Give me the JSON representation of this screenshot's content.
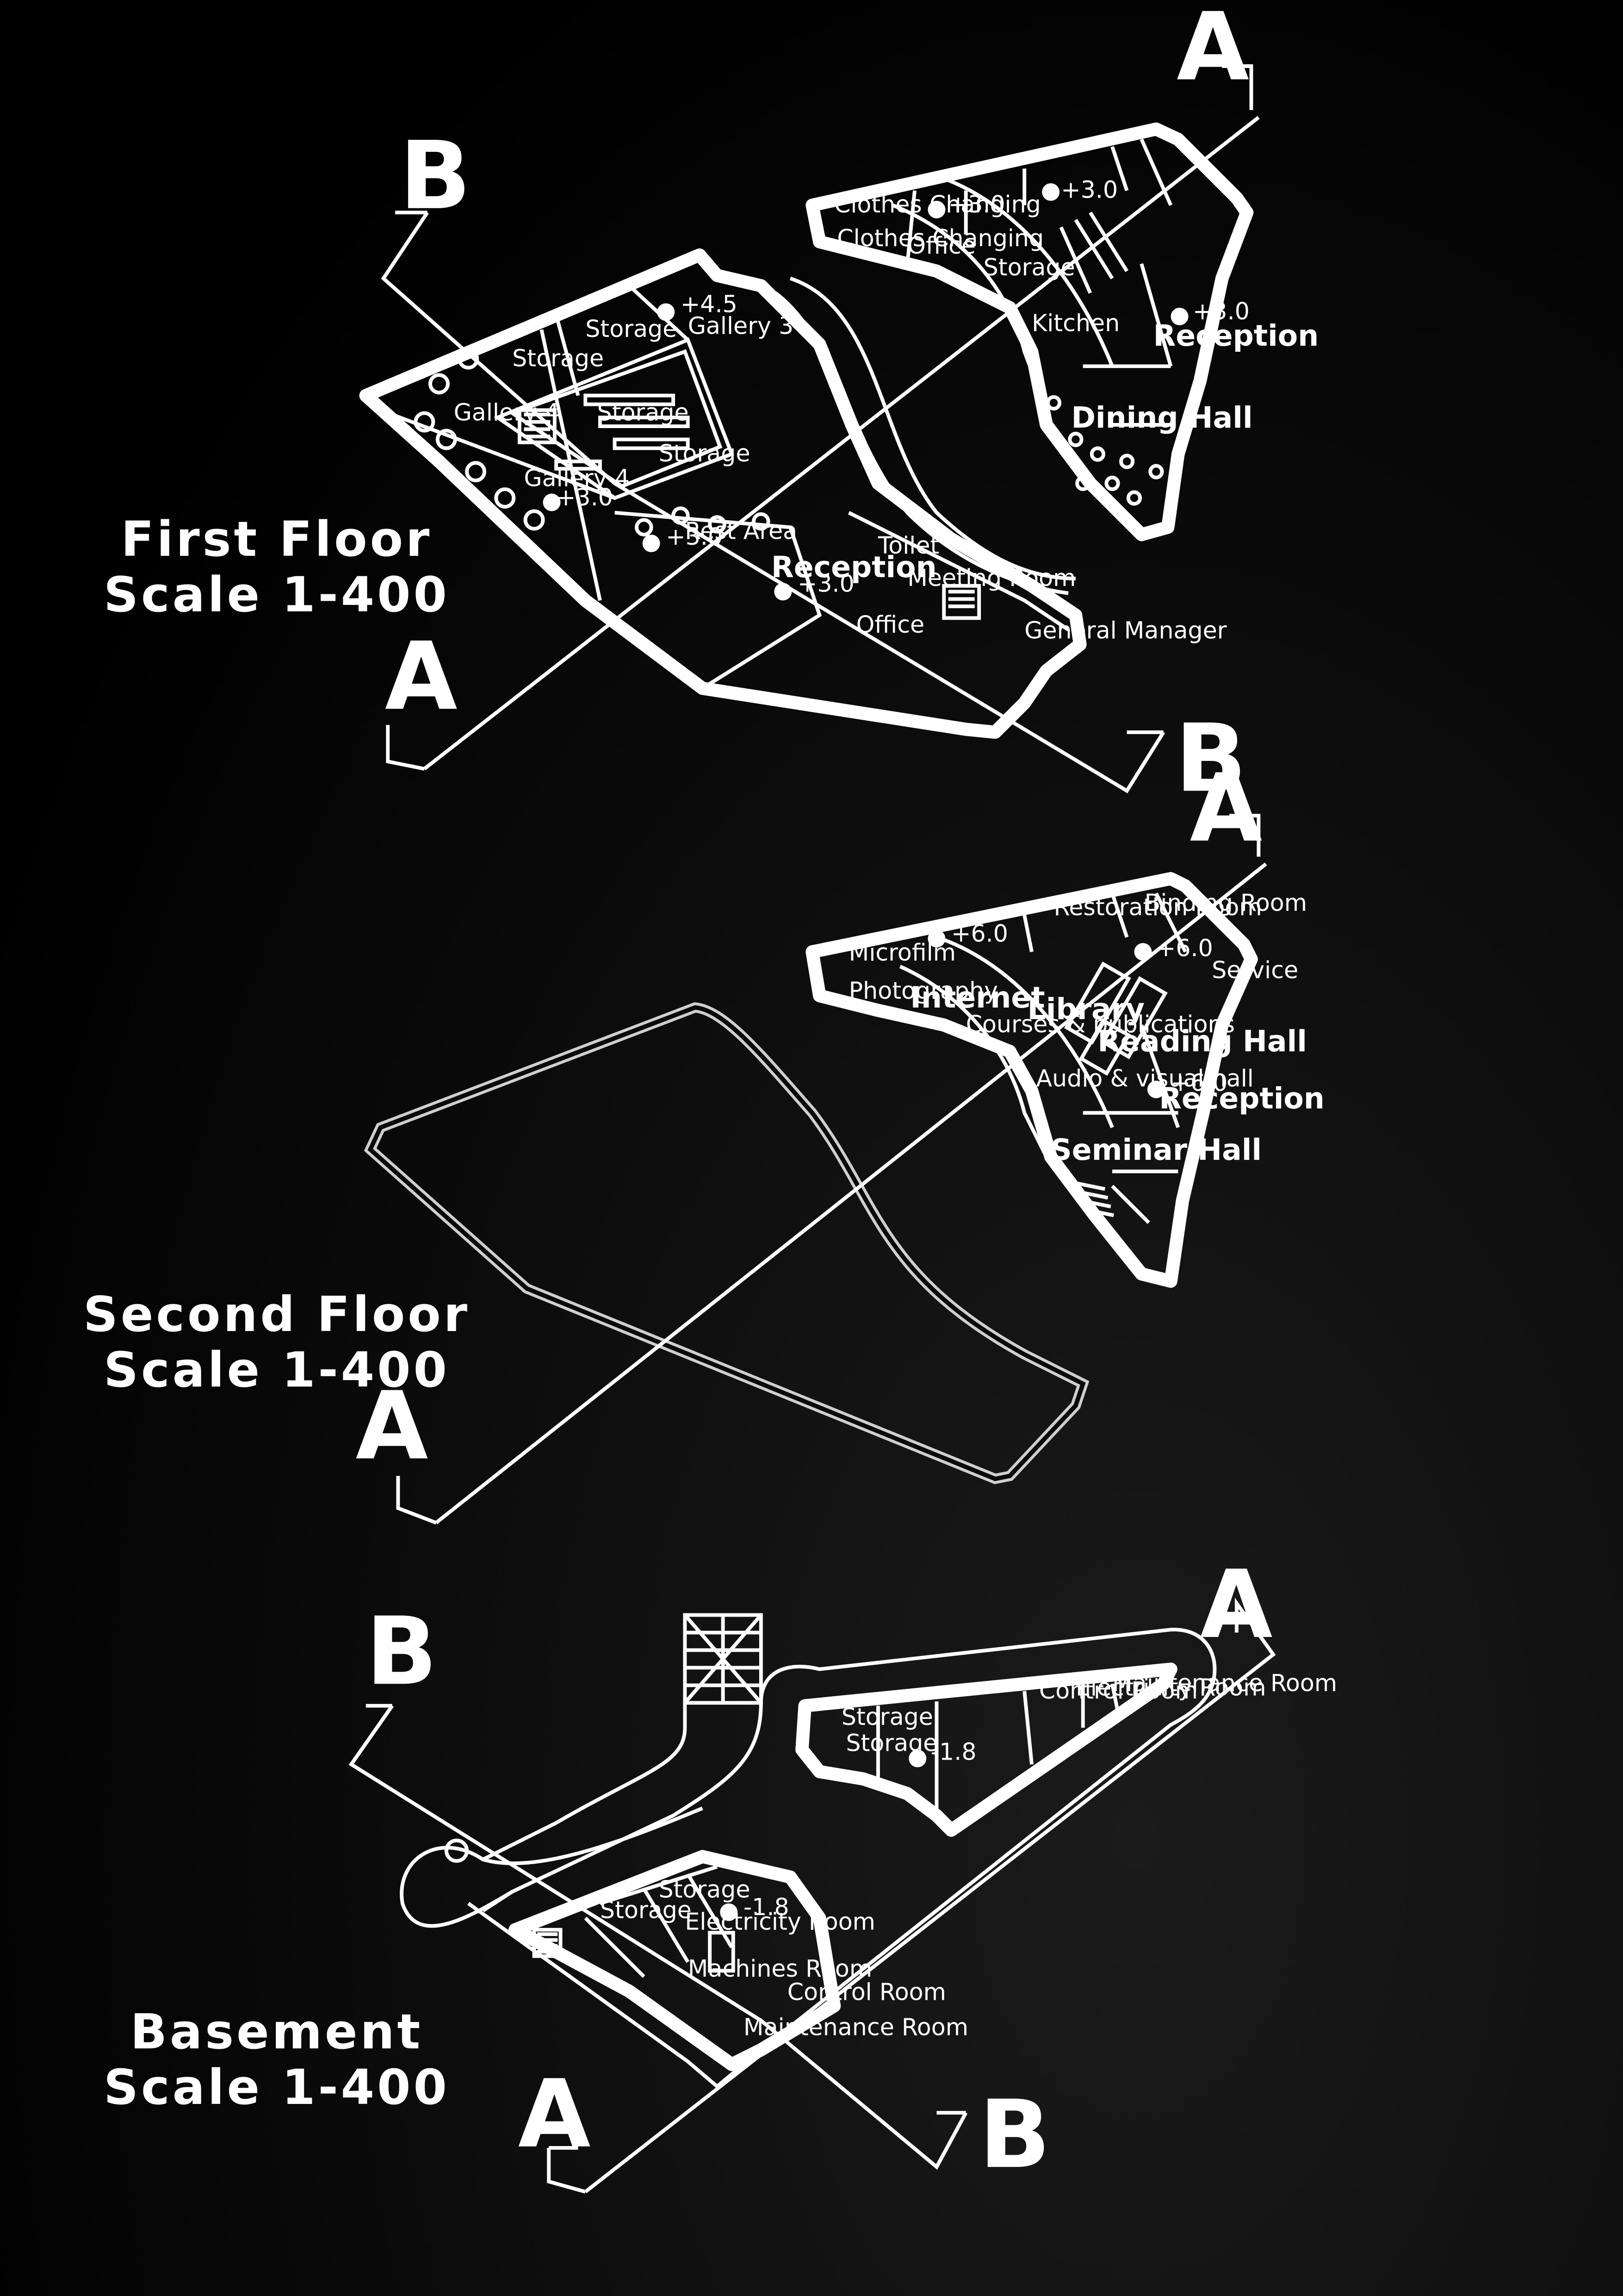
{
  "floors": [
    {
      "title": "First Floor",
      "scale": "Scale 1-400"
    },
    {
      "title": "Second Floor",
      "scale": "Scale 1-400"
    },
    {
      "title": "Basement",
      "scale": "Scale 1-400"
    }
  ],
  "section_markers": {
    "a": "A",
    "b": "B"
  },
  "first_floor_rooms": {
    "storage_1": "Storage",
    "storage_2": "Storage",
    "gallery_3": "Gallery 3",
    "gallery_4a": "Gallery 4",
    "gallery_4b": "Gallery 4",
    "storage_s1": "Storage",
    "storage_s2": "Storage",
    "rest_area": "Rest Area",
    "reception": "Reception",
    "clothes_1": "Clothes Changing",
    "clothes_2": "Clothes Changing",
    "office": "Office",
    "storage_r": "Storage",
    "reception_r": "Reception",
    "dining_hall": "Dining Hall",
    "kitchen": "Kitchen",
    "general_manager": "General Manager",
    "meeting": "Meeting Room",
    "toilet": "Toilet",
    "office_2": "Office",
    "lvl_1": "+4.5",
    "lvl_2": "+3.0",
    "lvl_3": "+3.0",
    "lvl_4": "+3.0",
    "lvl_5": "+3.0",
    "lvl_6": "+3.0",
    "lvl_7": "+3.0"
  },
  "second_floor_rooms": {
    "microfilm": "Microfilm",
    "photography": "Photography",
    "internet": "Internet",
    "courses": "Courses & publications",
    "library": "Library",
    "reading_hall": "Reading Hall",
    "restoration": "Restoration Room",
    "binding": "Binding Room",
    "reception": "Reception",
    "audio": "Audio & visual hall",
    "seminar": "Seminar Hall",
    "service": "Service",
    "lvl_1": "+6.0",
    "lvl_2": "+6.0",
    "lvl_3": "+6.0"
  },
  "basement_rooms": {
    "storage_1": "Storage",
    "storage_2": "Storage",
    "control": "Control Room",
    "electricity": "Electricity Room",
    "maintenance": "Maintenance Room",
    "storage_3": "Storage",
    "storage_4": "Storage",
    "electricity_2": "Electricity Room",
    "machines": "Machines Room",
    "control_2": "Control Room",
    "maintenance_2": "Maintenance Room",
    "lvl_1": "-1.8",
    "lvl_2": "-1.8"
  }
}
